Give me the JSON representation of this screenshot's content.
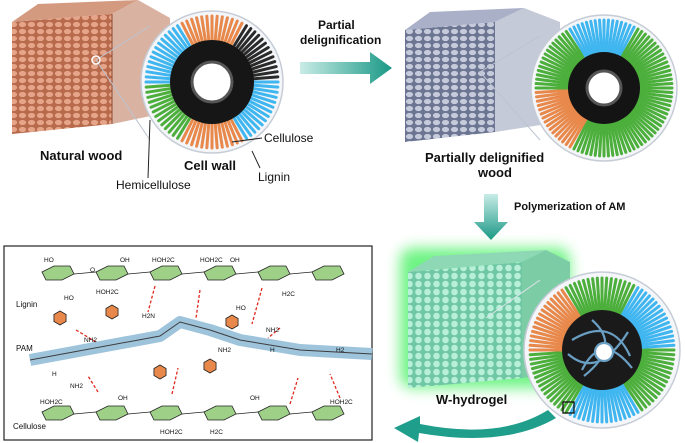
{
  "top_left": {
    "title": "Natural wood",
    "cell_wall_label": "Cell wall",
    "components": {
      "cellulose": "Cellulose",
      "hemicellulose": "Hemicellulose",
      "lignin": "Lignin"
    }
  },
  "step1": {
    "line1": "Partial",
    "line2": "delignification"
  },
  "top_right": {
    "line1": "Partially delignified",
    "line2": "wood"
  },
  "step2": {
    "label": "Polymerization of AM"
  },
  "bottom_right": {
    "title": "W-hydrogel"
  },
  "chem": {
    "labels": {
      "lignin": "Lignin",
      "pam": "PAM",
      "cellulose": "Cellulose"
    },
    "groups": {
      "hoh2c": "HOH2C",
      "h2c": "H2C",
      "oh": "OH",
      "ho": "HO",
      "o": "O",
      "h2n": "H2N",
      "nh2": "NH2",
      "h": "H",
      "h2": "H2"
    }
  },
  "colors": {
    "wood_copper": "#c98466",
    "wood_grey": "#8a93b0",
    "lignin_orange": "#e8884a",
    "cellulose_green": "#4caf3c",
    "hemicellulose_blue": "#3fb6f0",
    "arrow_teal": "#1f9e8c",
    "hydrogel_glow": "#3ef05a",
    "pam_blue": "#9ec4dc",
    "hbond_red": "#e0281c",
    "sugar_green": "#9ed088"
  },
  "icons": [
    "arrow-right-icon",
    "arrow-down-icon",
    "arrow-curved-left-icon"
  ]
}
